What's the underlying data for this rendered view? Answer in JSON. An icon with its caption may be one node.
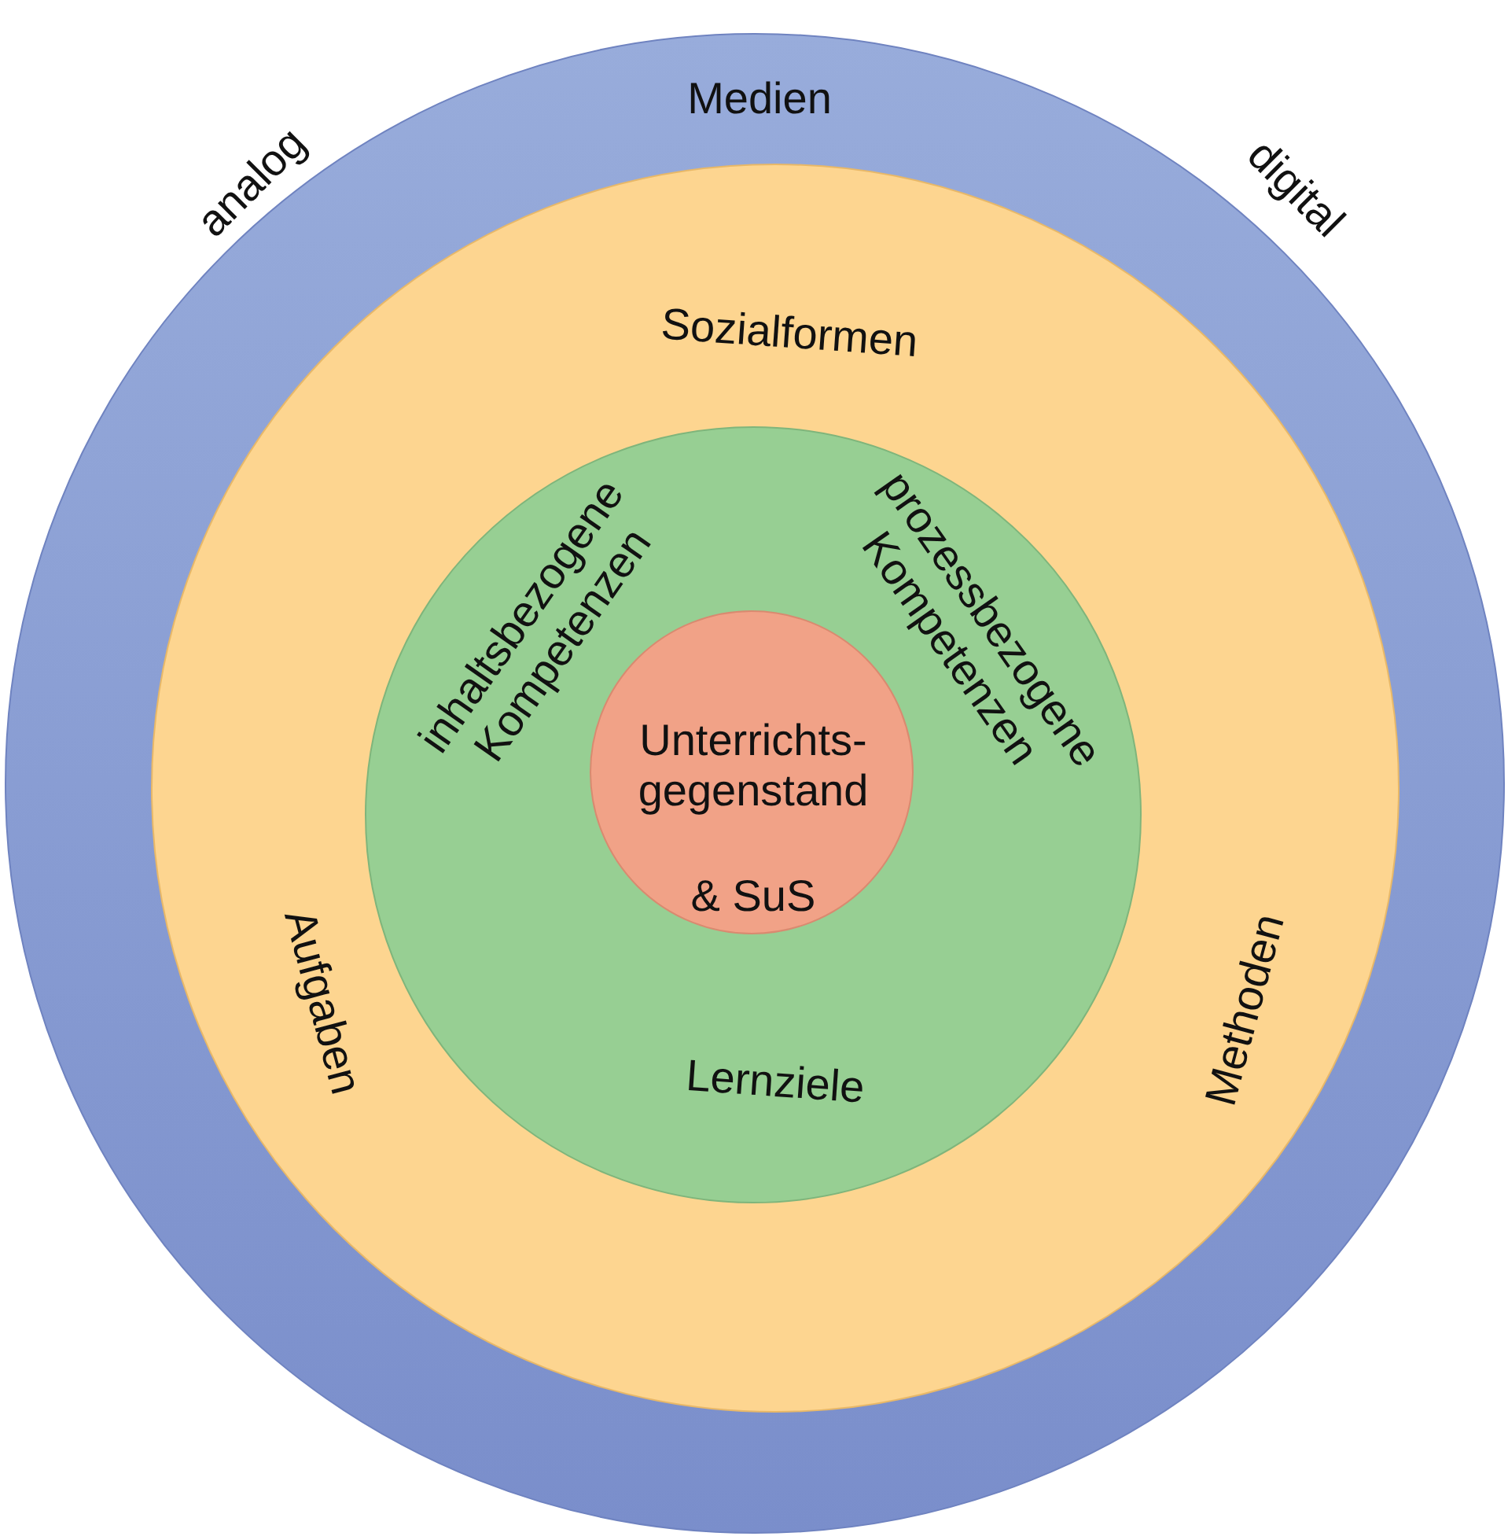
{
  "diagram": {
    "nodes": [
      {
        "text": [
          "Medien"
        ]
      },
      {
        "text": [
          "Sozialformen",
          "Aufgaben",
          "Methoden"
        ],
        "in": 0
      },
      {
        "text": [
          "inhaltsbezogene Kompetenzen",
          "prozessbezogene Kompetenzen",
          "Lernziele"
        ],
        "in": 1
      },
      {
        "text": [
          "Unterrichts- gegenstand",
          "& SuS"
        ],
        "in": 2
      }
    ],
    "labels": [
      "analog",
      "digital"
    ]
  }
}
